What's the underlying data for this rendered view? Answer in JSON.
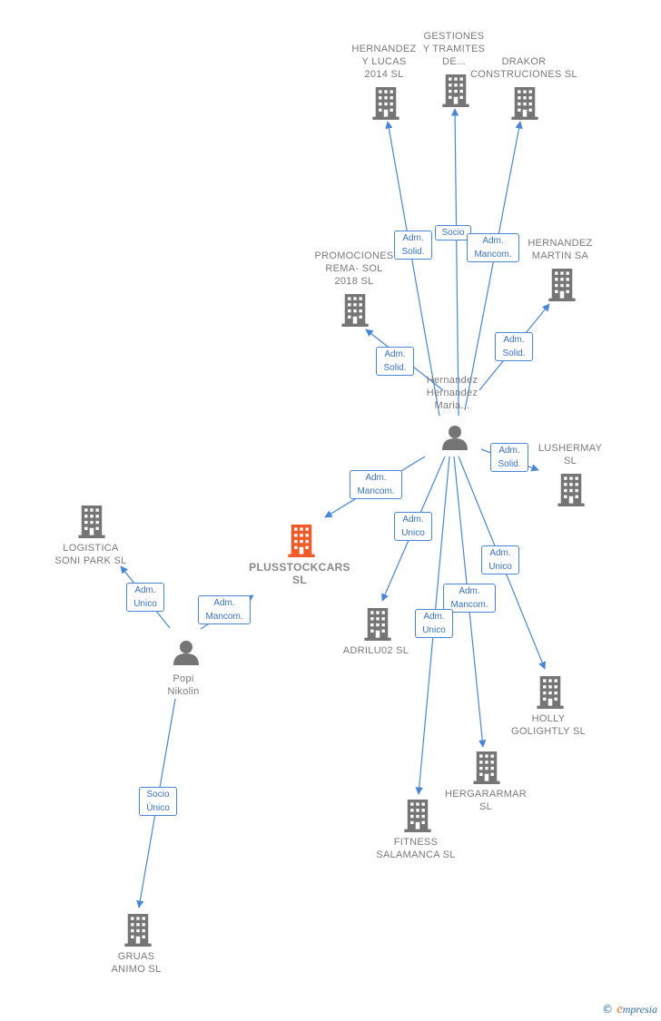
{
  "colors": {
    "edge": "#4a86d6",
    "building": "#757575",
    "building_main": "#f05a28",
    "person": "#757575"
  },
  "nodes": [
    {
      "id": "hernandez-lucas",
      "type": "company",
      "label": "HERNANDEZ\nY LUCAS\n2014  SL"
    },
    {
      "id": "gestiones",
      "type": "company",
      "label": "GESTIONES\nY TRAMITES\nDE..."
    },
    {
      "id": "drakor",
      "type": "company",
      "label": "DRAKOR\nCONSTRUCIONES SL"
    },
    {
      "id": "promociones",
      "type": "company",
      "label": "PROMOCIONES\nREMA- SOL\n2018  SL"
    },
    {
      "id": "hernandez-martin",
      "type": "company",
      "label": "HERNANDEZ\nMARTIN SA"
    },
    {
      "id": "hernandez-maria",
      "type": "person",
      "label": "Hernandez\nHernandez\nMaria..."
    },
    {
      "id": "lushermay",
      "type": "company",
      "label": "LUSHERMAY\nSL"
    },
    {
      "id": "logistica",
      "type": "company",
      "label": "LOGISTICA\nSONI PARK  SL"
    },
    {
      "id": "plusstockcars",
      "type": "company",
      "main": true,
      "label": "PLUSSTOCKCARS\nSL"
    },
    {
      "id": "adrilu02",
      "type": "company",
      "label": "ADRILU02  SL"
    },
    {
      "id": "popi",
      "type": "person",
      "label": "Popi\nNikolin"
    },
    {
      "id": "holly",
      "type": "company",
      "label": "HOLLY\nGOLIGHTLY  SL"
    },
    {
      "id": "hergararmar",
      "type": "company",
      "label": "HERGARARMAR\nSL"
    },
    {
      "id": "fitness",
      "type": "company",
      "label": "FITNESS\nSALAMANCA SL"
    },
    {
      "id": "gruas",
      "type": "company",
      "label": "GRUAS\nANIMO SL"
    }
  ],
  "edges": [
    {
      "from": "hernandez-maria",
      "to": "hernandez-lucas",
      "label": "Adm.\nSolid."
    },
    {
      "from": "hernandez-maria",
      "to": "gestiones",
      "label": "Socio"
    },
    {
      "from": "hernandez-maria",
      "to": "drakor",
      "label": "Adm.\nMancom."
    },
    {
      "from": "hernandez-maria",
      "to": "promociones",
      "label": "Adm.\nSolid."
    },
    {
      "from": "hernandez-maria",
      "to": "hernandez-martin",
      "label": "Adm.\nSolid."
    },
    {
      "from": "hernandez-maria",
      "to": "lushermay",
      "label": "Adm.\nSolid."
    },
    {
      "from": "hernandez-maria",
      "to": "plusstockcars",
      "label": "Adm.\nMancom."
    },
    {
      "from": "hernandez-maria",
      "to": "adrilu02",
      "label": "Adm.\nUnico"
    },
    {
      "from": "hernandez-maria",
      "to": "holly",
      "label": "Adm.\nUnico"
    },
    {
      "from": "hernandez-maria",
      "to": "hergararmar",
      "label": "Adm.\nMancom."
    },
    {
      "from": "hernandez-maria",
      "to": "fitness",
      "label": "Adm.\nUnico"
    },
    {
      "from": "popi",
      "to": "logistica",
      "label": "Adm.\nUnico"
    },
    {
      "from": "popi",
      "to": "plusstockcars",
      "label": "Adm.\nMancom."
    },
    {
      "from": "popi",
      "to": "gruas",
      "label": "Socio\nÚnico"
    }
  ],
  "copyright": {
    "symbol": "©",
    "brand_initial": "e",
    "brand_rest": "mpresia"
  }
}
